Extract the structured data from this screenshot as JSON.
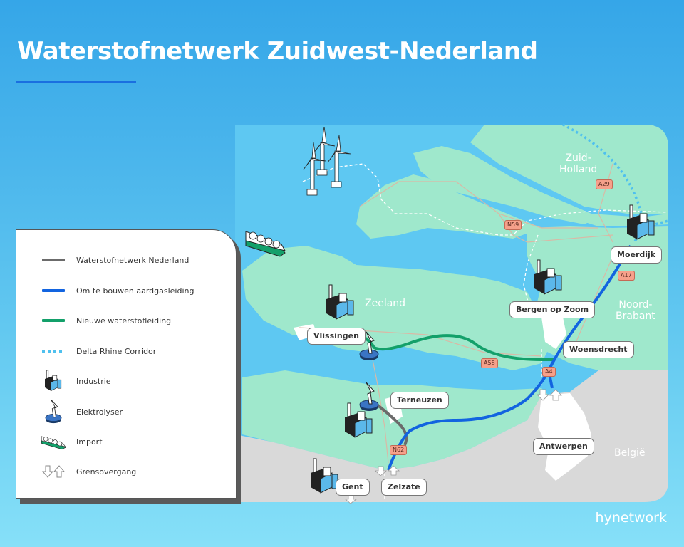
{
  "title": "Waterstofnetwerk Zuidwest-Nederland",
  "brand": "hynetwork",
  "colors": {
    "sea": "#5cc6f0",
    "land_nl": "#9fe8cc",
    "land_be": "#d8d8d8",
    "city": "#ffffff",
    "waterstofnetwerk_nederland": "#6b6b6b",
    "aardgasleiding": "#1264e0",
    "nieuwe_waterstofleiding": "#13a06a",
    "delta_rhine_corridor": "#4fc0ee",
    "road_label_bg": "#f6a08a"
  },
  "legend": {
    "items": [
      {
        "label": "Waterstofnetwerk Nederland",
        "symbol": "gray-line"
      },
      {
        "label": "Om te bouwen aardgasleiding",
        "symbol": "blue-line"
      },
      {
        "label": "Nieuwe waterstofleiding",
        "symbol": "green-line"
      },
      {
        "label": "Delta Rhine Corridor",
        "symbol": "dotted-line"
      },
      {
        "label": "Industrie",
        "symbol": "factory-icon"
      },
      {
        "label": "Elektrolyser",
        "symbol": "electrolyser-icon"
      },
      {
        "label": "Import",
        "symbol": "ship-icon"
      },
      {
        "label": "Grensovergang",
        "symbol": "border-crossing-arrows-icon"
      }
    ]
  },
  "places": {
    "vlissingen": "Vlissingen",
    "terneuzen": "Terneuzen",
    "gent": "Gent",
    "zelzate": "Zelzate",
    "antwerpen": "Antwerpen",
    "woensdrecht": "Woensdrecht",
    "bergen_op_zoom": "Bergen op Zoom",
    "moerdijk": "Moerdijk"
  },
  "regions": {
    "zeeland": "Zeeland",
    "zuid_holland_1": "Zuid-",
    "zuid_holland_2": "Holland",
    "noord_brabant_1": "Noord-",
    "noord_brabant_2": "Brabant",
    "belgie": "België"
  },
  "roads": {
    "a29": "A29",
    "n59": "N59",
    "a17": "A17",
    "a58": "A58",
    "a4": "A4",
    "n62": "N62"
  }
}
